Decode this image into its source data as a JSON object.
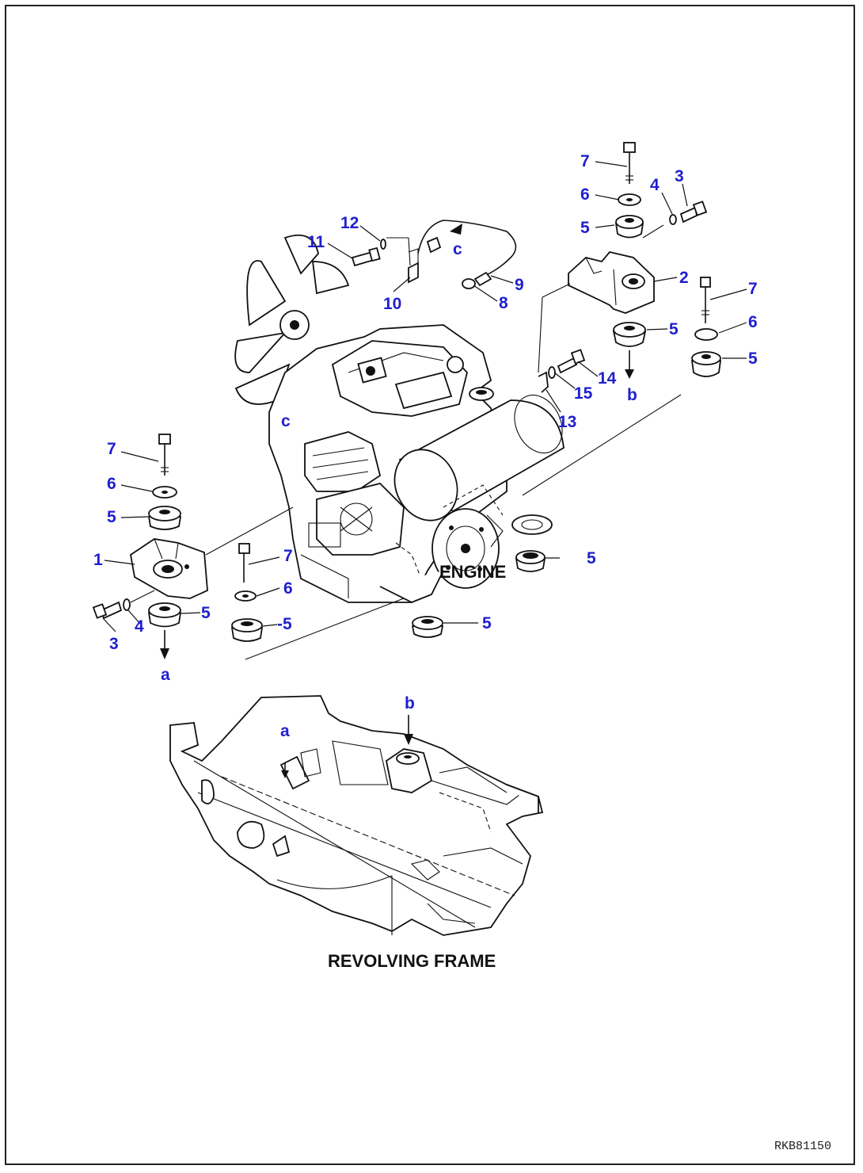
{
  "diagram": {
    "captions": {
      "engine": "ENGINE",
      "frame": "REVOLVING FRAME"
    },
    "doc_id": "RKB81150",
    "callouts": [
      {
        "id": "c7a",
        "text": "7"
      },
      {
        "id": "c6a",
        "text": "6"
      },
      {
        "id": "c5a",
        "text": "5"
      },
      {
        "id": "c4a",
        "text": "4"
      },
      {
        "id": "c3a",
        "text": "3"
      },
      {
        "id": "c12",
        "text": "12"
      },
      {
        "id": "c11",
        "text": "11"
      },
      {
        "id": "c10",
        "text": "10"
      },
      {
        "id": "c9",
        "text": "9"
      },
      {
        "id": "c8",
        "text": "8"
      },
      {
        "id": "c2",
        "text": "2"
      },
      {
        "id": "c7b",
        "text": "7"
      },
      {
        "id": "c5b",
        "text": "5"
      },
      {
        "id": "c6b",
        "text": "6"
      },
      {
        "id": "c5c",
        "text": "5"
      },
      {
        "id": "c14",
        "text": "14"
      },
      {
        "id": "c15",
        "text": "15"
      },
      {
        "id": "c13",
        "text": "13"
      },
      {
        "id": "c7c",
        "text": "7"
      },
      {
        "id": "c6c",
        "text": "6"
      },
      {
        "id": "c5d",
        "text": "5"
      },
      {
        "id": "c1",
        "text": "1"
      },
      {
        "id": "c3b",
        "text": "3"
      },
      {
        "id": "c4b",
        "text": "4"
      },
      {
        "id": "c5e",
        "text": "5"
      },
      {
        "id": "c7d",
        "text": "7"
      },
      {
        "id": "c6d",
        "text": "6"
      },
      {
        "id": "c5f",
        "text": "-5"
      },
      {
        "id": "c5g",
        "text": "5"
      },
      {
        "id": "c5h",
        "text": "5"
      }
    ],
    "refs": {
      "c_top": "c",
      "c_engine": "c",
      "b_top": "b",
      "a_left": "a",
      "b_frame": "b",
      "a_frame": "a"
    },
    "colors": {
      "callout": "#1f1fd0",
      "line": "#111111"
    }
  }
}
